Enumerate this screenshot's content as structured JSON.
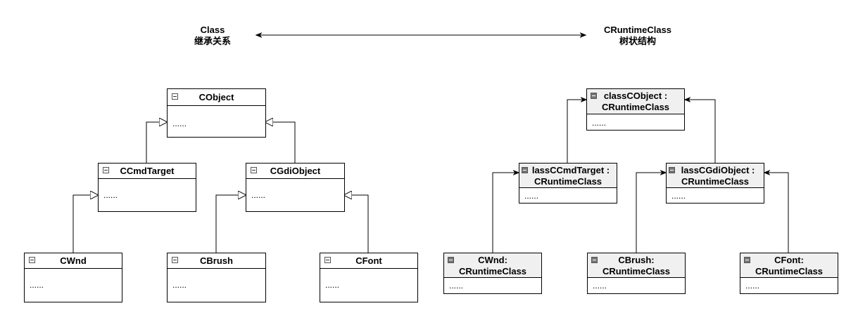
{
  "headers": {
    "left": [
      "Class",
      "继承关系"
    ],
    "right": [
      "CRuntimeClass",
      "树状结构"
    ]
  },
  "left_tree": {
    "cobject": {
      "title": "CObject",
      "body": "......"
    },
    "ccmdtarget": {
      "title": "CCmdTarget",
      "body": "......"
    },
    "cgdiobject": {
      "title": "CGdiObject",
      "body": "......"
    },
    "cwnd": {
      "title": "CWnd",
      "body": "......"
    },
    "cbrush": {
      "title": "CBrush",
      "body": "......"
    },
    "cfont": {
      "title": "CFont",
      "body": "......"
    }
  },
  "right_tree": {
    "classcobject": {
      "title1": "classCObject :",
      "title2": "CRuntimeClass",
      "body": "......"
    },
    "classccmdtarget": {
      "title1": "lassCCmdTarget :",
      "title2": "CRuntimeClass",
      "body": "......"
    },
    "classcgdiobject": {
      "title1": "lassCGdiObject :",
      "title2": "CRuntimeClass",
      "body": "......"
    },
    "cwnd": {
      "title1": "CWnd:",
      "title2": "CRuntimeClass",
      "body": "......"
    },
    "cbrush": {
      "title1": "CBrush:",
      "title2": "CRuntimeClass",
      "body": "......"
    },
    "cfont": {
      "title1": "CFont:",
      "title2": "CRuntimeClass",
      "body": "......"
    }
  },
  "colors": {
    "line": "#000000",
    "header_fill": "#f0f0f0",
    "collapse_icon": "#777777"
  },
  "icons": [
    "collapse-icon",
    "hollow-triangle-arrowhead",
    "filled-arrowhead"
  ]
}
